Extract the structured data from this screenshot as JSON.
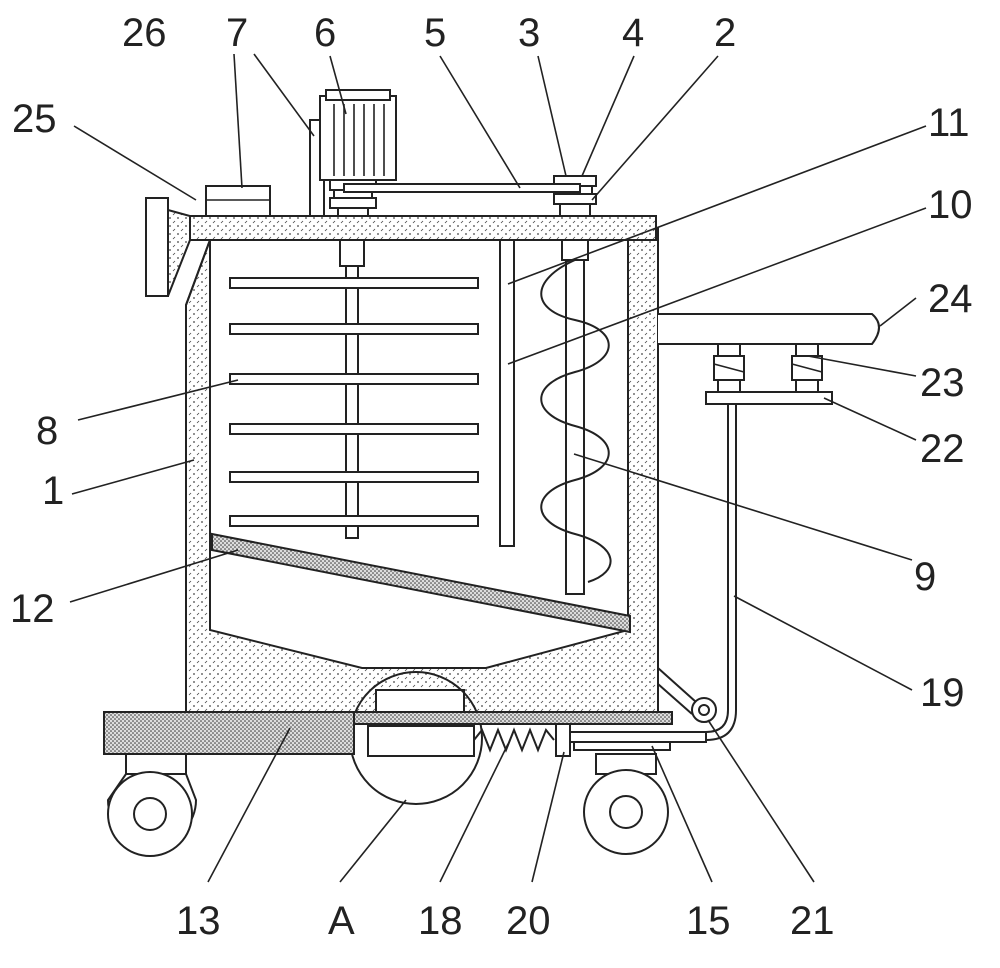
{
  "labels": {
    "l1": "1",
    "l2": "2",
    "l3": "3",
    "l4": "4",
    "l5": "5",
    "l6": "6",
    "l7": "7",
    "l8": "8",
    "l9": "9",
    "l10": "10",
    "l11": "11",
    "l12": "12",
    "l13": "13",
    "l15": "15",
    "l18": "18",
    "l19": "19",
    "l20": "20",
    "l21": "21",
    "l22": "22",
    "l23": "23",
    "l24": "24",
    "l25": "25",
    "l26": "26",
    "lA": "A"
  },
  "colors": {
    "line": "#222222",
    "fill_hatch": "#cfcfcf",
    "background": "#ffffff"
  }
}
